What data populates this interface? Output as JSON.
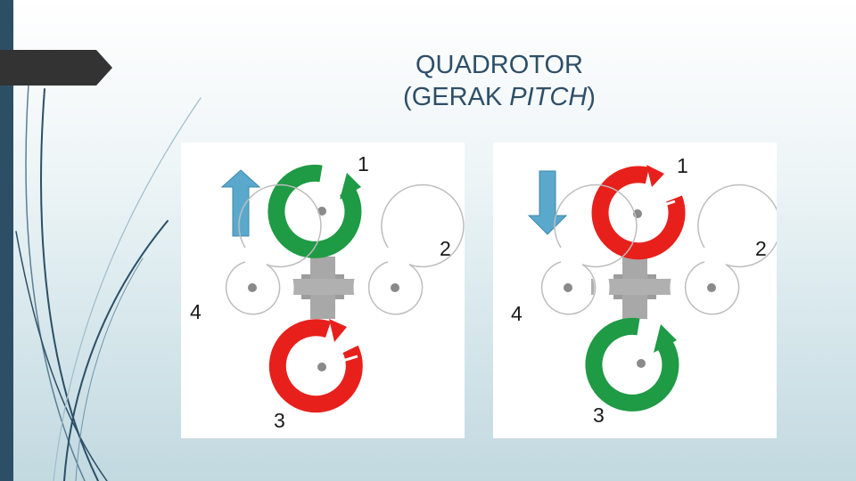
{
  "slide": {
    "title_line1": "QUADROTOR",
    "title_line2_prefix": "(GERAK ",
    "title_line2_italic": "PITCH",
    "title_line2_suffix": ")"
  },
  "colors": {
    "accent_dark": "#2c4f66",
    "rotor_fast": "#e8201c",
    "rotor_slow": "#1f9a45",
    "rotor_idle": "#ffffff",
    "arrow": "#5aa9cc"
  },
  "diagrams": [
    {
      "arrow_direction": "up",
      "rotors": [
        {
          "label": "1",
          "color": "green"
        },
        {
          "label": "2",
          "color": "white"
        },
        {
          "label": "3",
          "color": "red"
        },
        {
          "label": "4",
          "color": "white"
        }
      ]
    },
    {
      "arrow_direction": "down",
      "rotors": [
        {
          "label": "1",
          "color": "red"
        },
        {
          "label": "2",
          "color": "white"
        },
        {
          "label": "3",
          "color": "green"
        },
        {
          "label": "4",
          "color": "white"
        }
      ]
    }
  ]
}
